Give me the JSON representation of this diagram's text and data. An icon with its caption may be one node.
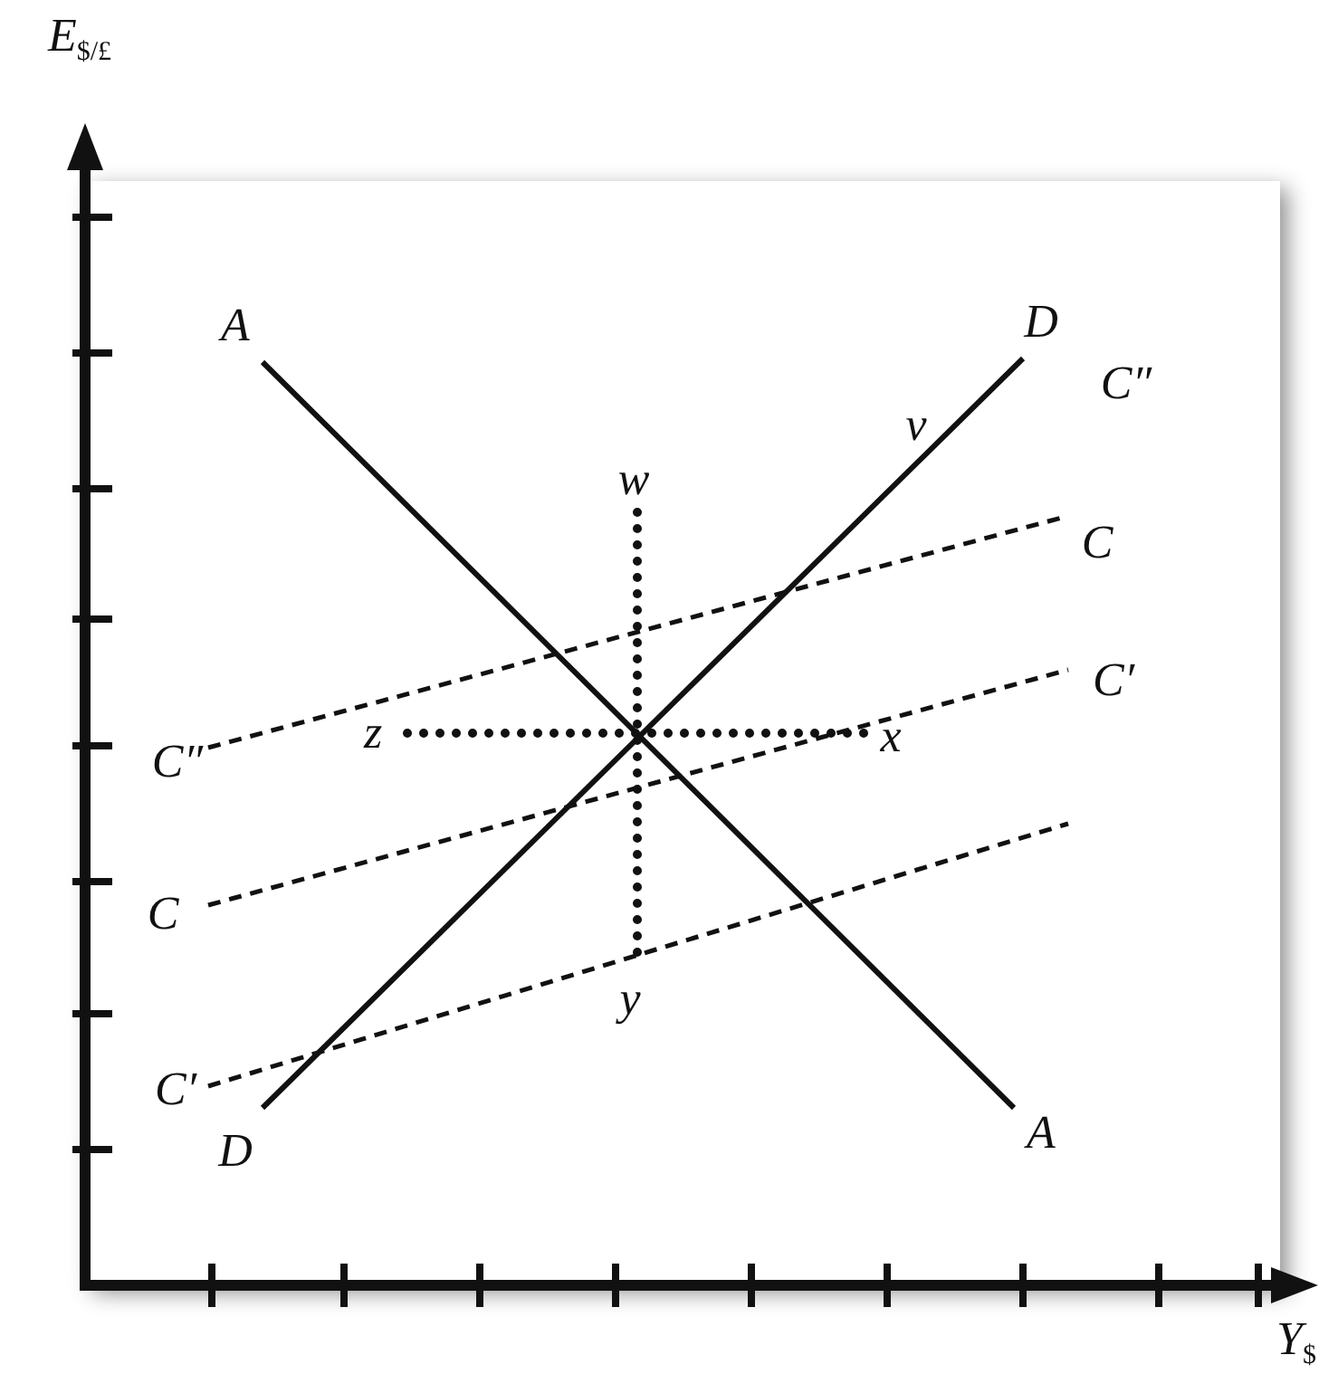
{
  "diagram": {
    "labels": [
      "E$_{$/£}$",
      "A",
      "D",
      "v",
      "C″",
      "w",
      "C",
      "C″",
      "z",
      "x",
      "C′",
      "C",
      "y",
      "C′",
      "D",
      "A",
      "Y$_{$}$"
    ]
  }
}
